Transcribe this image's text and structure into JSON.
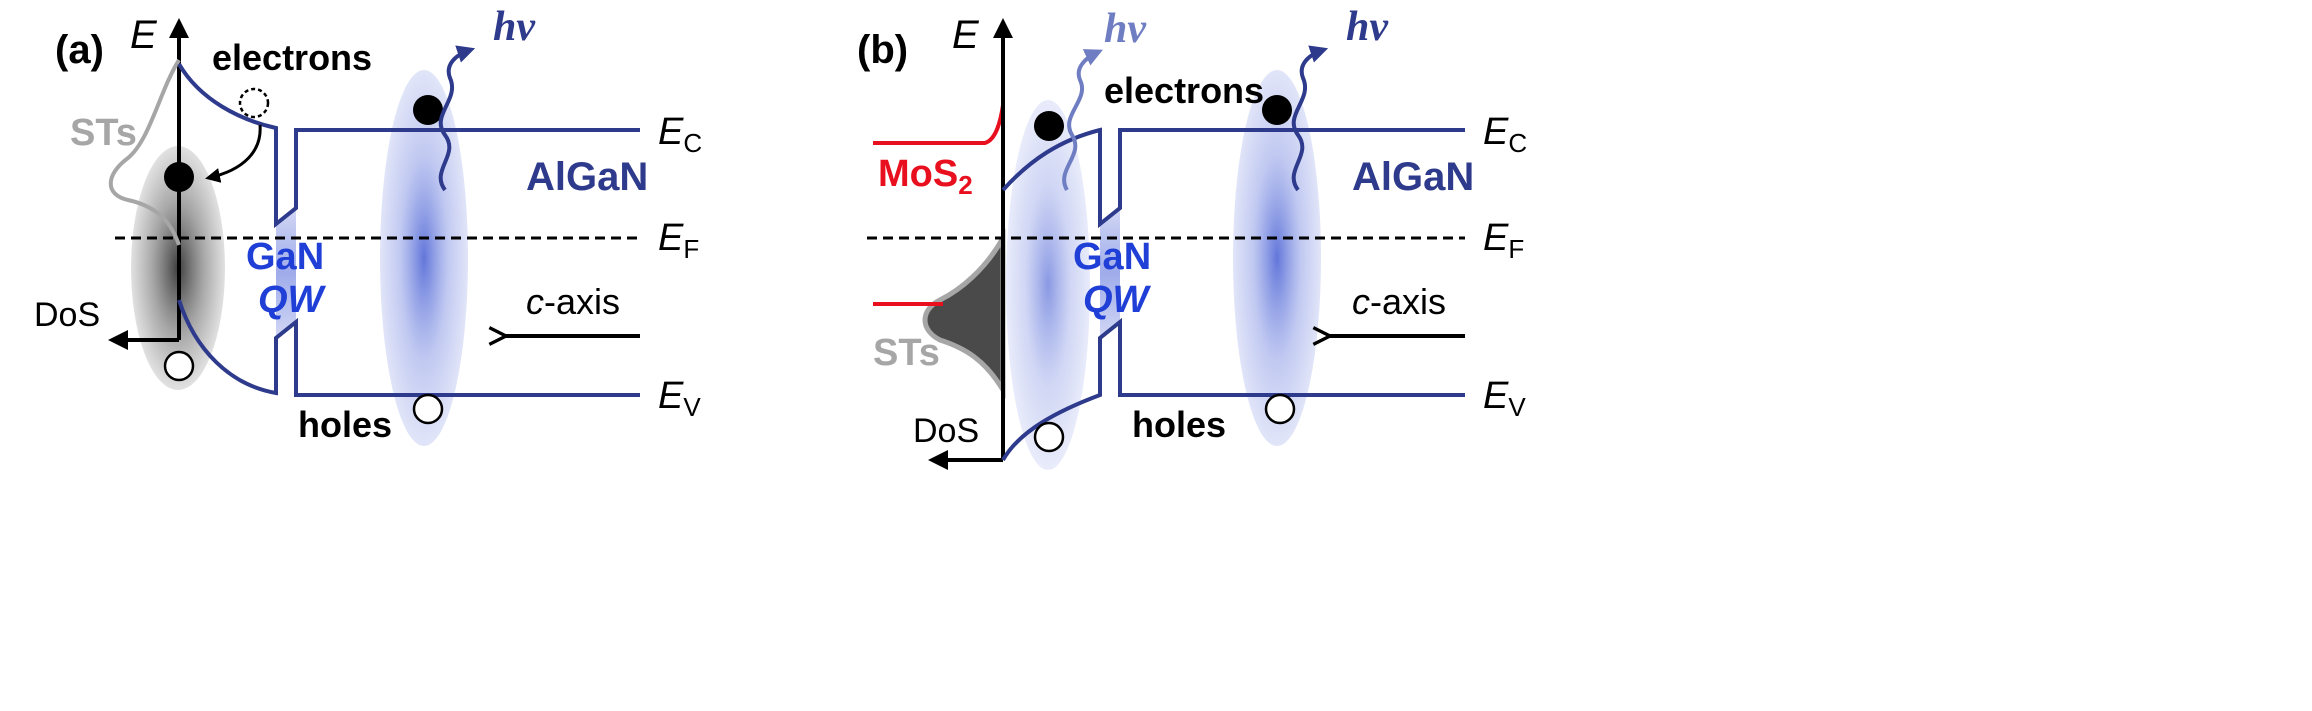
{
  "colors": {
    "band": "#2e3a8c",
    "gan": "#1f3fd6",
    "mos2": "#e8101e",
    "sts_gray": "#a6a6a6",
    "black": "#000000"
  },
  "panel_a": {
    "label": "(a)",
    "energy_axis": "E",
    "electrons": "electrons",
    "sts": "STs",
    "photon": "hν",
    "ec": "E",
    "ec_sub": "C",
    "ef": "E",
    "ef_sub": "F",
    "ev": "E",
    "ev_sub": "V",
    "algan": "AlGaN",
    "gan": "GaN",
    "qw": "QW",
    "dos": "DoS",
    "c_axis_prefix": "c",
    "c_axis_suffix": "-axis",
    "holes": "holes"
  },
  "panel_b": {
    "label": "(b)",
    "energy_axis": "E",
    "photon_left": "hν",
    "photon_right": "hν",
    "electrons": "electrons",
    "mos2": "MoS",
    "mos2_sub": "2",
    "sts": "STs",
    "ec": "E",
    "ec_sub": "C",
    "ef": "E",
    "ef_sub": "F",
    "ev": "E",
    "ev_sub": "V",
    "algan": "AlGaN",
    "gan": "GaN",
    "qw": "QW",
    "dos": "DoS",
    "c_axis_prefix": "c",
    "c_axis_suffix": "-axis",
    "holes": "holes"
  }
}
